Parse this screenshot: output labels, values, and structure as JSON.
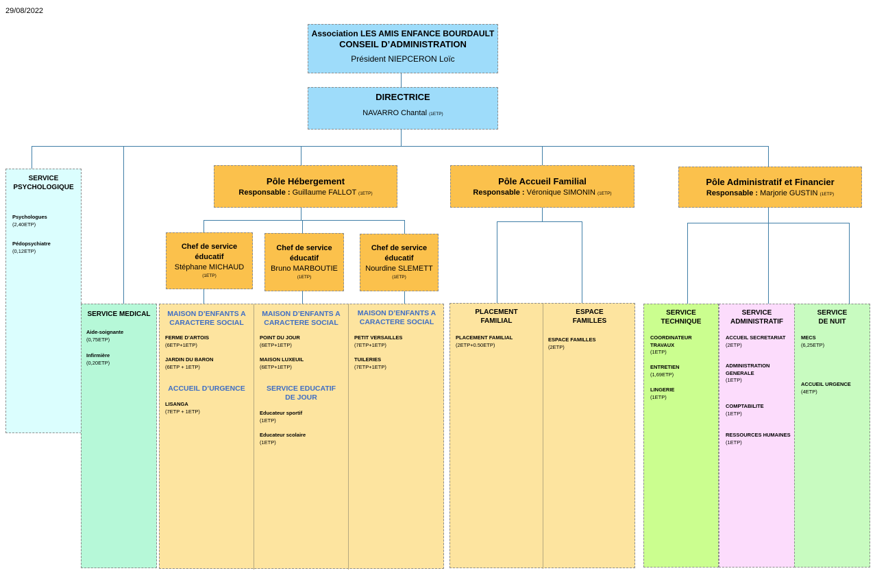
{
  "date": "29/08/2022",
  "board": {
    "line1": "Association LES AMIS ENFANCE BOURDAULT",
    "line2": "CONSEIL D’ADMINISTRATION",
    "line3": "Président NIEPCERON Loïc"
  },
  "director": {
    "title": "DIRECTRICE",
    "name": "NAVARRO Chantal",
    "etp": "(1ETP)"
  },
  "psy": {
    "title1": "SERVICE",
    "title2": "PSYCHOLOGIQUE",
    "items": [
      {
        "name": "Psychologues",
        "etp": "(2,40ETP)"
      },
      {
        "name": "Pédopsychiatre",
        "etp": "(0,12ETP)"
      }
    ]
  },
  "medical": {
    "title": "SERVICE MEDICAL",
    "items": [
      {
        "name": "Aide-soignante",
        "etp": "(0,75ETP)"
      },
      {
        "name": "Infirmière",
        "etp": "(0,20ETP)"
      }
    ]
  },
  "pole_hebergement": {
    "title": "Pôle Hébergement",
    "resp_label": "Responsable :",
    "resp_name": "Guillaume FALLOT",
    "etp": "(1ETP)"
  },
  "pole_accueil": {
    "title": "Pôle Accueil Familial",
    "resp_label": "Responsable :",
    "resp_name": "Véronique SIMONIN",
    "etp": "(1ETP)"
  },
  "pole_admin": {
    "title": "Pôle Administratif et Financier",
    "resp_label": "Responsable :",
    "resp_name": "Marjorie GUSTIN",
    "etp": "(1ETP)"
  },
  "chefs": [
    {
      "l1": "Chef de service",
      "l2": "éducatif",
      "name": "Stéphane MICHAUD",
      "etp": "(1ETP)"
    },
    {
      "l1": "Chef de service",
      "l2": "éducatif",
      "name": "Bruno MARBOUTIE",
      "etp": "(1ETP)"
    },
    {
      "l1": "Chef de service",
      "l2": "éducatif",
      "name": "Nourdine SLEMETT",
      "etp": "(1ETP)"
    }
  ],
  "mecs1": {
    "h1": "MAISON D’ENFANTS A",
    "h2": "CARACTERE SOCIAL",
    "items": [
      {
        "name": "FERME D’ARTOIS",
        "etp": "(6ETP+1ETP)"
      },
      {
        "name": "JARDIN DU BARON",
        "etp": "(6ETP + 1ETP)"
      }
    ],
    "sub": "ACCUEIL D’URGENCE",
    "sub_items": [
      {
        "name": "LISANGA",
        "etp": "(7ETP + 1ETP)"
      }
    ]
  },
  "mecs2": {
    "h1": "MAISON D’ENFANTS A",
    "h2": "CARACTERE SOCIAL",
    "items": [
      {
        "name": "POINT DU JOUR",
        "etp": "(6ETP+1ETP)"
      },
      {
        "name": "MAISON LUXEUIL",
        "etp": "(6ETP+1ETP)"
      }
    ],
    "sub1": "SERVICE EDUCATIF",
    "sub2": "DE JOUR",
    "sub_items": [
      {
        "name": "Educateur sportif",
        "etp": "(1ETP)"
      },
      {
        "name": "Educateur scolaire",
        "etp": "(1ETP)"
      }
    ]
  },
  "mecs3": {
    "h1": "MAISON D’ENFANTS A",
    "h2": "CARACTERE SOCIAL",
    "items": [
      {
        "name": "PETIT VERSAILLES",
        "etp": "(7ETP+1ETP)"
      },
      {
        "name": "TUILERIES",
        "etp": "(7ETP+1ETP)"
      }
    ]
  },
  "placement": {
    "h1": "PLACEMENT",
    "h2": "FAMILIAL",
    "items": [
      {
        "name": "PLACEMENT FAMILIAL",
        "etp": "(2ETP+0.50ETP)"
      }
    ]
  },
  "espace": {
    "h1": "ESPACE",
    "h2": "FAMILLES",
    "items": [
      {
        "name": "ESPACE FAMILLES",
        "etp": "(2ETP)"
      }
    ]
  },
  "technique": {
    "h1": "SERVICE",
    "h2": "TECHNIQUE",
    "items": [
      {
        "name": "COORDINATEUR\nTRAVAUX",
        "etp": "(1ETP)"
      },
      {
        "name": "ENTRETIEN",
        "etp": "(1,69ETP)"
      },
      {
        "name": "LINGERIE",
        "etp": "(1ETP)"
      }
    ]
  },
  "administratif": {
    "h1": "SERVICE",
    "h2": "ADMINISTRATIF",
    "items": [
      {
        "name": "ACCUEIL SECRETARIAT",
        "etp": "(2ETP)"
      },
      {
        "name": "ADMINISTRATION\nGENERALE",
        "etp": "(1ETP)"
      },
      {
        "name": "COMPTABILITE",
        "etp": "(1ETP)"
      },
      {
        "name": "RESSOURCES HUMAINES",
        "etp": "(1ETP)"
      }
    ]
  },
  "nuit": {
    "h1": "SERVICE",
    "h2": "DE NUIT",
    "items": [
      {
        "name": "MECS",
        "etp": "(6,25ETP)"
      },
      {
        "name": "ACCUEIL URGENCE",
        "etp": "(4ETP)"
      }
    ]
  },
  "colors": {
    "blue": "#9edcfa",
    "orange": "#fbc14c",
    "cream": "#fde49f",
    "psy": "#dbfefe",
    "medical": "#b6f8d8",
    "technique": "#cbfe8f",
    "administratif": "#fcdcfc",
    "nuit": "#c8fbc0",
    "subhead": "#3f6ec4",
    "line": "#3f7ea7"
  }
}
